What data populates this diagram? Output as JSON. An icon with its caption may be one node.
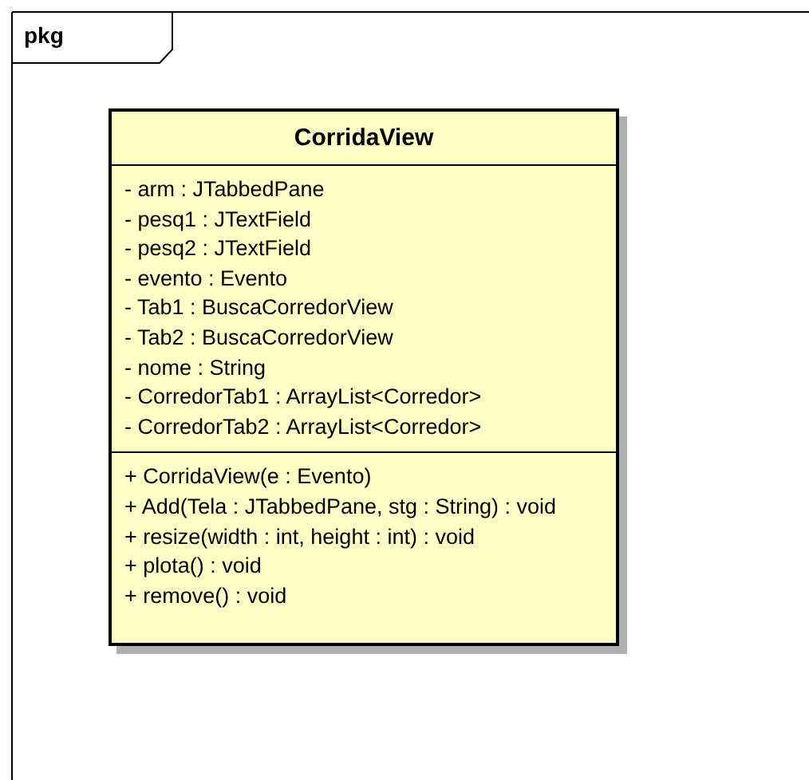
{
  "diagram": {
    "nodes": [
      {
        "text": [
          "pkg"
        ]
      },
      {
        "text": [
          "CorridaView"
        ],
        "in": 0
      },
      {
        "text": [
          "- arm : JTabbedPane",
          "- pesq1 : JTextField",
          "- pesq2 : JTextField",
          "- evento : Evento",
          "- Tab1 : BuscaCorredorView",
          "- Tab2 : BuscaCorredorView",
          "- nome : String",
          "- CorredorTab1 : ArrayList<Corredor>",
          "- CorredorTab2 : ArrayList<Corredor>"
        ],
        "in": 1
      },
      {
        "text": [
          "+ CorridaView(e : Evento)",
          "+ Add(Tela : JTabbedPane, stg : String) : void",
          "+ resize(width : int, height : int) : void",
          "+ plota() : void",
          "+ remove() : void"
        ],
        "in": 1
      }
    ]
  }
}
